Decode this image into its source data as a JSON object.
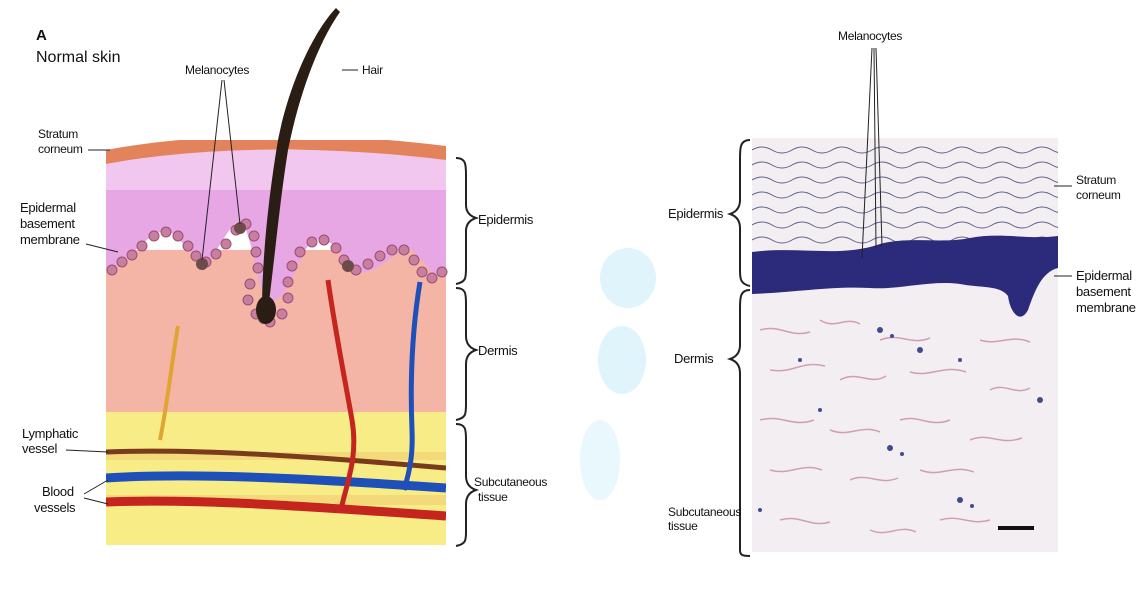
{
  "left_panel": {
    "panel_letter": "A",
    "title": "Normal skin",
    "labels": {
      "melanocytes": "Melanocytes",
      "hair": "Hair",
      "stratum_line1": "Stratum",
      "stratum_line2": "corneum",
      "ebm_line1": "Epidermal",
      "ebm_line2": "basement",
      "ebm_line3": "membrane",
      "epidermis": "Epidermis",
      "dermis": "Dermis",
      "lymph_line1": "Lymphatic",
      "lymph_line2": "vessel",
      "blood_line1": "Blood",
      "blood_line2": "vessels",
      "subq_line1": "Subcutaneous",
      "subq_line2": "tissue"
    }
  },
  "right_panel": {
    "labels": {
      "melanocytes": "Melanocytes",
      "epidermis": "Epidermis",
      "dermis": "Dermis",
      "subq_line1": "Subcutaneous",
      "subq_line2": "tissue",
      "stratum_line1": "Stratum",
      "stratum_line2": "corneum",
      "ebm_line1": "Epidermal",
      "ebm_line2": "basement",
      "ebm_line3": "membrane"
    }
  },
  "colors": {
    "stratum": "#e2835c",
    "epidermis": "#e7a6e4",
    "dermis": "#f4b5a6",
    "subcutaneous": "#f8ec86",
    "hair": "#2a1d14",
    "lymphatic": "#e0a430",
    "artery": "#c4251f",
    "vein": "#1f4fb8",
    "basement_cells": "#c77e9f",
    "histo_stain": "#2c2a7a"
  }
}
